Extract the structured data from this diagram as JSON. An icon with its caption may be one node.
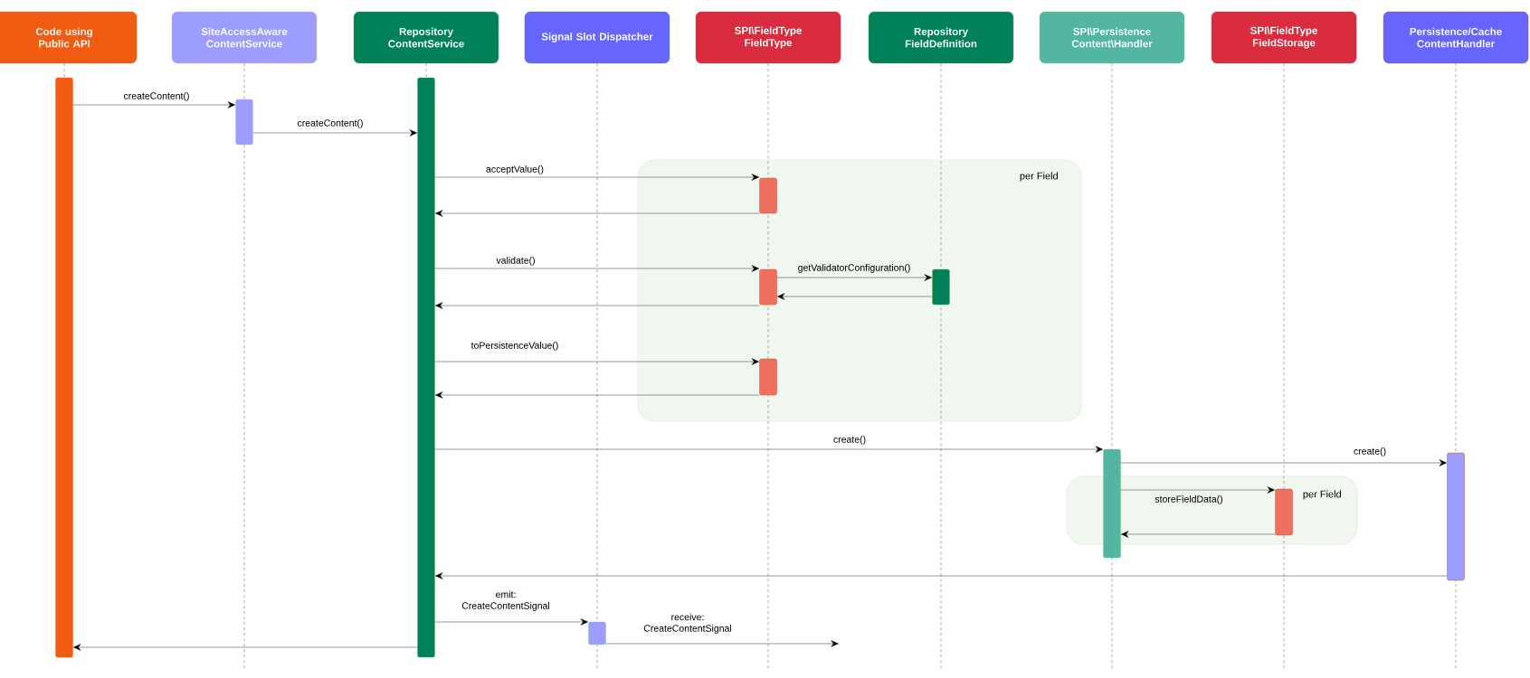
{
  "diagram": {
    "nodes": [
      {
        "text": [
          "Code using Public API"
        ]
      },
      {
        "text": [
          "SiteAccessAware ContentService"
        ]
      },
      {
        "text": [
          "Repository ContentService"
        ]
      },
      {
        "text": [
          "Signal Slot Dispatcher"
        ]
      },
      {
        "text": [
          "SPI\\FieldType FieldType"
        ]
      },
      {
        "text": [
          "Repository FieldDefinition"
        ]
      },
      {
        "text": [
          "SPI\\Persistence Content\\Handler"
        ]
      },
      {
        "text": [
          "SPI\\FieldType FieldStorage"
        ]
      },
      {
        "text": [
          "Persistence/Cache ContentHandler"
        ]
      },
      {
        "text": [],
        "shape": "bar"
      },
      {
        "text": [],
        "shape": "bar"
      },
      {
        "text": [],
        "shape": "bar"
      },
      {
        "text": [
          "per Field"
        ]
      },
      {
        "text": [],
        "shape": "bar",
        "in": 12
      },
      {
        "text": [],
        "shape": "bar",
        "in": 12
      },
      {
        "text": [],
        "shape": "bar",
        "in": 12
      },
      {
        "text": [],
        "shape": "bar",
        "in": 12
      },
      {
        "text": [],
        "shape": "bar"
      },
      {
        "text": [
          "per Field"
        ]
      },
      {
        "text": [],
        "shape": "bar",
        "in": 18
      },
      {
        "text": [],
        "shape": "bar"
      },
      {
        "text": [],
        "shape": "bar"
      }
    ],
    "edges": [
      {
        "from": 9,
        "to": 10,
        "arrow": "to",
        "label": "createContent()"
      },
      {
        "from": 10,
        "to": 11,
        "arrow": "to",
        "label": "createContent()"
      },
      {
        "from": 11,
        "to": 13,
        "arrow": "to",
        "label": "acceptValue()"
      },
      {
        "from": 13,
        "to": 11,
        "arrow": "to"
      },
      {
        "from": 11,
        "to": 14,
        "arrow": "to",
        "label": "validate()"
      },
      {
        "from": 14,
        "to": 15,
        "arrow": "to",
        "label": "getValidatorConfiguration()"
      },
      {
        "from": 15,
        "to": 14,
        "arrow": "to"
      },
      {
        "from": 14,
        "to": 11,
        "arrow": "to"
      },
      {
        "from": 11,
        "to": 16,
        "arrow": "to",
        "label": "toPersistenceValue()"
      },
      {
        "from": 16,
        "to": 11,
        "arrow": "to"
      },
      {
        "from": 11,
        "to": 17,
        "arrow": "to",
        "label": "create()"
      },
      {
        "from": 17,
        "to": 20,
        "arrow": "to",
        "label": "create()"
      },
      {
        "from": 17,
        "to": 19,
        "arrow": "to",
        "label": "storeFieldData()"
      },
      {
        "from": 19,
        "to": 17,
        "arrow": "to"
      },
      {
        "from": 20,
        "to": 11,
        "arrow": "to"
      },
      {
        "from": 11,
        "to": 21,
        "arrow": "to",
        "label": "emit: CreateContentSignal"
      },
      {
        "from": 21,
        "to": null,
        "arrow": "to",
        "label": "receive: CreateContentSignal"
      },
      {
        "from": 11,
        "to": 9,
        "arrow": "to"
      },
      {
        "from": 0,
        "to": 9,
        "arrow": "none",
        "style": "dashed"
      },
      {
        "from": 1,
        "to": null,
        "arrow": "none",
        "style": "dashed"
      },
      {
        "from": 2,
        "to": 11,
        "arrow": "none",
        "style": "dashed"
      },
      {
        "from": 3,
        "to": null,
        "arrow": "none",
        "style": "dashed"
      },
      {
        "from": 4,
        "to": null,
        "arrow": "none",
        "style": "dashed"
      },
      {
        "from": 5,
        "to": null,
        "arrow": "none",
        "style": "dashed"
      },
      {
        "from": 6,
        "to": null,
        "arrow": "none",
        "style": "dashed"
      },
      {
        "from": 7,
        "to": null,
        "arrow": "none",
        "style": "dashed"
      },
      {
        "from": 8,
        "to": null,
        "arrow": "none",
        "style": "dashed"
      }
    ]
  }
}
